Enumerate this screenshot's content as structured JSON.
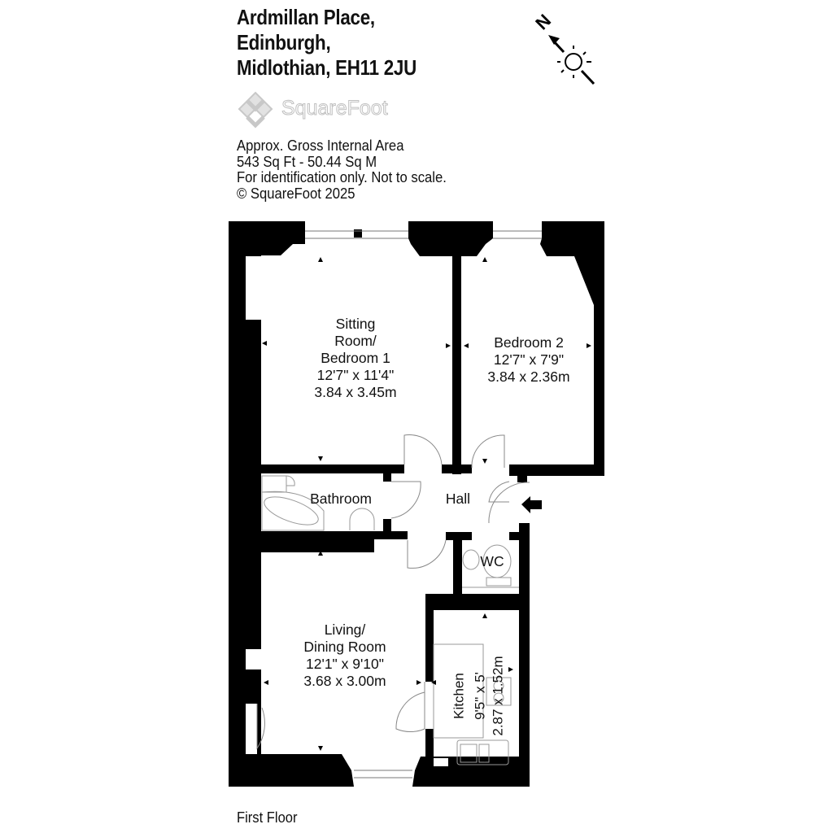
{
  "header": {
    "address_lines": [
      "Ardmillan Place,",
      "Edinburgh,",
      "Midlothian, EH11 2JU"
    ]
  },
  "logo": {
    "text": "SquareFoot"
  },
  "info": {
    "lines": [
      "Approx. Gross Internal Area",
      "543 Sq Ft  -  50.44 Sq M",
      "For identification only. Not to scale.",
      "© SquareFoot 2025"
    ]
  },
  "compass": {
    "label": "N",
    "icon": "north-arrow-icon",
    "sun_icon": "sun-icon"
  },
  "rooms": {
    "sitting": {
      "name_lines": [
        "Sitting",
        "Room/",
        "Bedroom 1"
      ],
      "imperial": "12'7\" x 11'4\"",
      "metric": "3.84 x 3.45m"
    },
    "bedroom2": {
      "name": "Bedroom 2",
      "imperial": "12'7\" x 7'9\"",
      "metric": "3.84 x 2.36m"
    },
    "bathroom": {
      "name": "Bathroom"
    },
    "hall": {
      "name": "Hall"
    },
    "wc": {
      "name": "WC"
    },
    "living": {
      "name_lines": [
        "Living/",
        "Dining Room"
      ],
      "imperial": "12'1\" x 9'10\"",
      "metric": "3.68 x 3.00m"
    },
    "kitchen": {
      "name": "Kitchen",
      "imperial": "9'5\" x 5'",
      "metric": "2.87 x 1.52m"
    }
  },
  "footer": {
    "floor": "First Floor"
  },
  "colors": {
    "wall": "#000000",
    "fixture_line": "#9a9a9a",
    "logo_grey": "#c8c8c8",
    "background": "#ffffff"
  }
}
